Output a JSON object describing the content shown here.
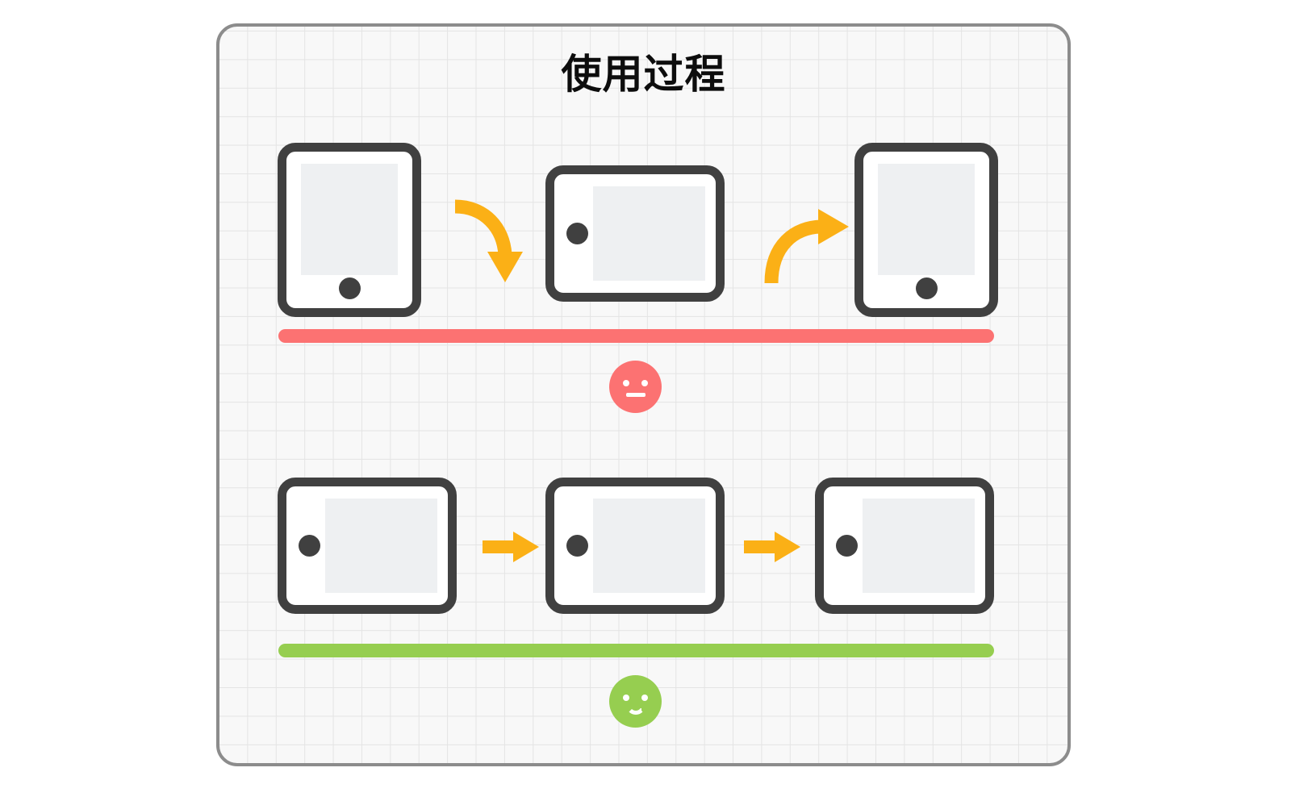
{
  "board": {
    "title": "使用过程",
    "border_color": "#8c8c8c",
    "background_color": "#f8f8f8",
    "grid_line_color": "#e4e4e4"
  },
  "colors": {
    "device_outline": "#404040",
    "device_screen": "#eef0f2",
    "device_body": "#ffffff",
    "arrow_orange": "#FBB016",
    "bad_red": "#FC7272",
    "good_green": "#96CE50",
    "title_text": "#0d0d0d"
  },
  "flows": [
    {
      "name": "bad-flow",
      "outcome": "negative",
      "bar_color": "#FC7272",
      "face": {
        "type": "neutral-face",
        "color": "#FC7272",
        "mouth": "flat"
      },
      "steps": [
        {
          "name": "tablet-portrait-1",
          "orientation": "portrait",
          "home_button": "bottom"
        },
        {
          "name": "tablet-landscape-1",
          "orientation": "landscape",
          "home_button": "left"
        },
        {
          "name": "tablet-portrait-2",
          "orientation": "portrait",
          "home_button": "bottom"
        }
      ],
      "connectors": [
        {
          "name": "curved-arrow-down",
          "shape": "curved",
          "direction": "down-right"
        },
        {
          "name": "curved-arrow-up",
          "shape": "curved",
          "direction": "up-right"
        }
      ]
    },
    {
      "name": "good-flow",
      "outcome": "positive",
      "bar_color": "#96CE50",
      "face": {
        "type": "smiley-face",
        "color": "#96CE50",
        "mouth": "smile"
      },
      "steps": [
        {
          "name": "tablet-landscape-2",
          "orientation": "landscape",
          "home_button": "left"
        },
        {
          "name": "tablet-landscape-3",
          "orientation": "landscape",
          "home_button": "left"
        },
        {
          "name": "tablet-landscape-4",
          "orientation": "landscape",
          "home_button": "left"
        }
      ],
      "connectors": [
        {
          "name": "straight-arrow-right-1",
          "shape": "straight",
          "direction": "right"
        },
        {
          "name": "straight-arrow-right-2",
          "shape": "straight",
          "direction": "right"
        }
      ]
    }
  ]
}
